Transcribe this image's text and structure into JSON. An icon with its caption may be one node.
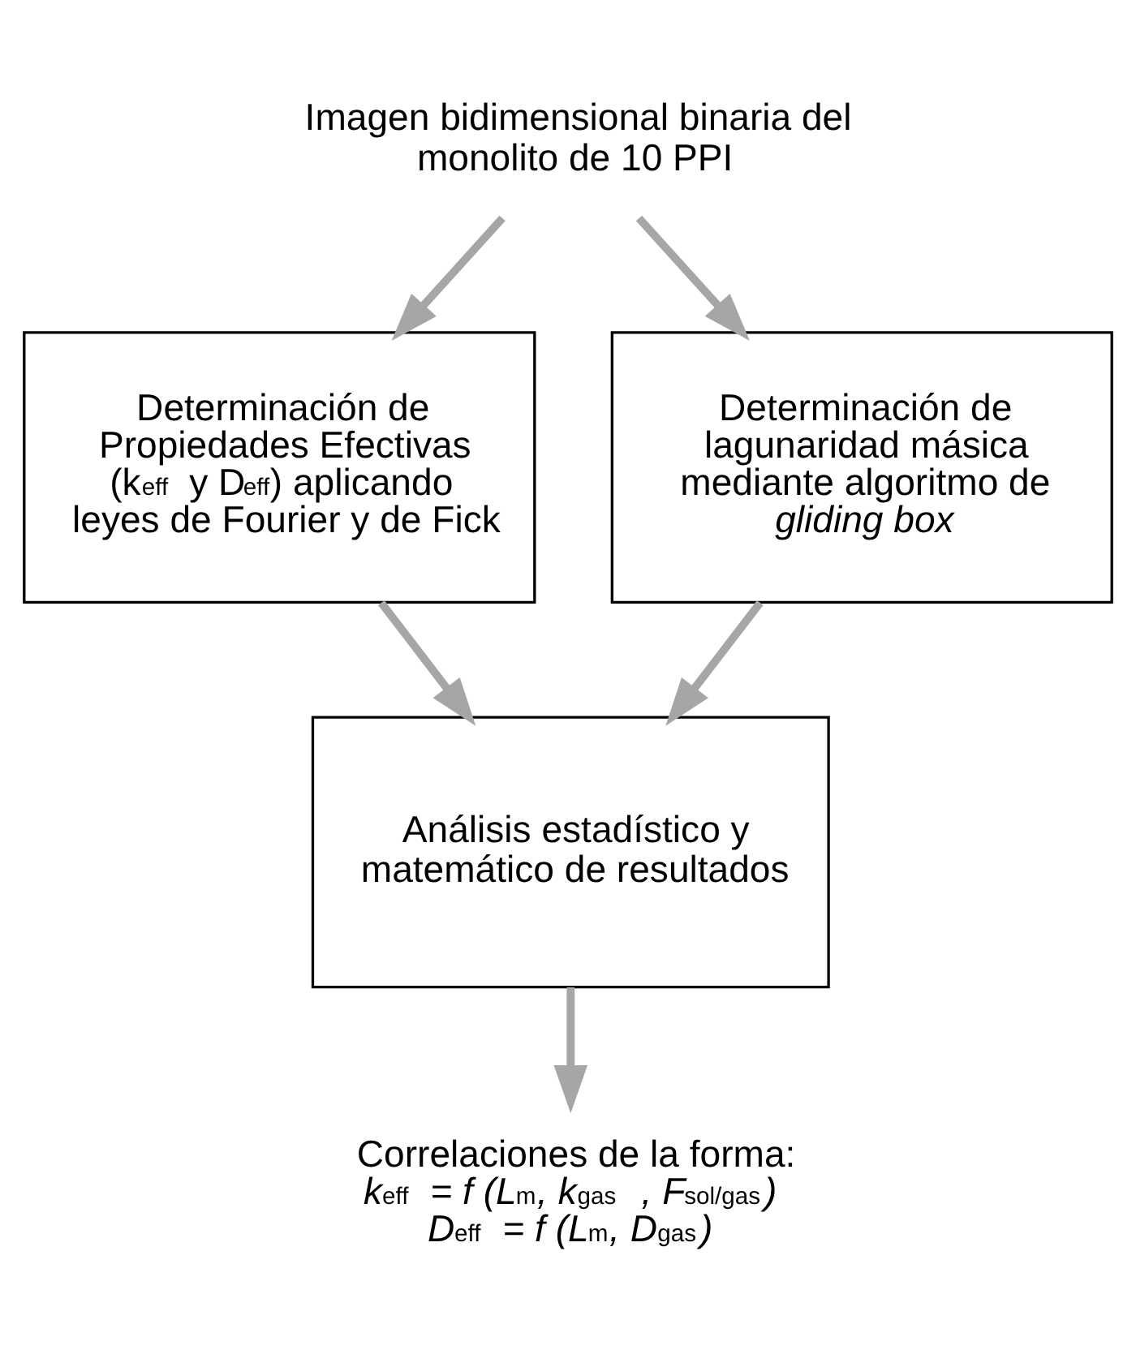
{
  "diagram": {
    "nodes": [
      {
        "text": [
          "Imagen bidimensional binaria del monolito de 10 PPI"
        ]
      },
      {
        "text": [
          "Determinación de Propiedades Efectivas (k$_{eff}$ y D$_{eff}$) aplicando leyes de Fourier y de Fick"
        ]
      },
      {
        "text": [
          "Determinación de lagunaridad másica mediante algoritmo de *gliding box*"
        ]
      },
      {
        "text": [
          "Análisis estadístico y matemático de resultados"
        ]
      },
      {
        "text": [
          "Correlaciones de la forma:",
          "*k*$_{eff}$ *= f (L*$_{m}$*, k*$_{gas}$ *, F*$_{sol/gas}$*)*",
          "*D*$_{eff}$ *= f (L*$_{m}$*, D*$_{gas}$*)*"
        ]
      }
    ],
    "edges": [
      {
        "from": 0,
        "to": 1,
        "arrow": "to"
      },
      {
        "from": 0,
        "to": 2,
        "arrow": "to"
      },
      {
        "from": 1,
        "to": 3,
        "arrow": "to"
      },
      {
        "from": 2,
        "to": 3,
        "arrow": "to"
      },
      {
        "from": 3,
        "to": 4,
        "arrow": "to"
      }
    ]
  }
}
